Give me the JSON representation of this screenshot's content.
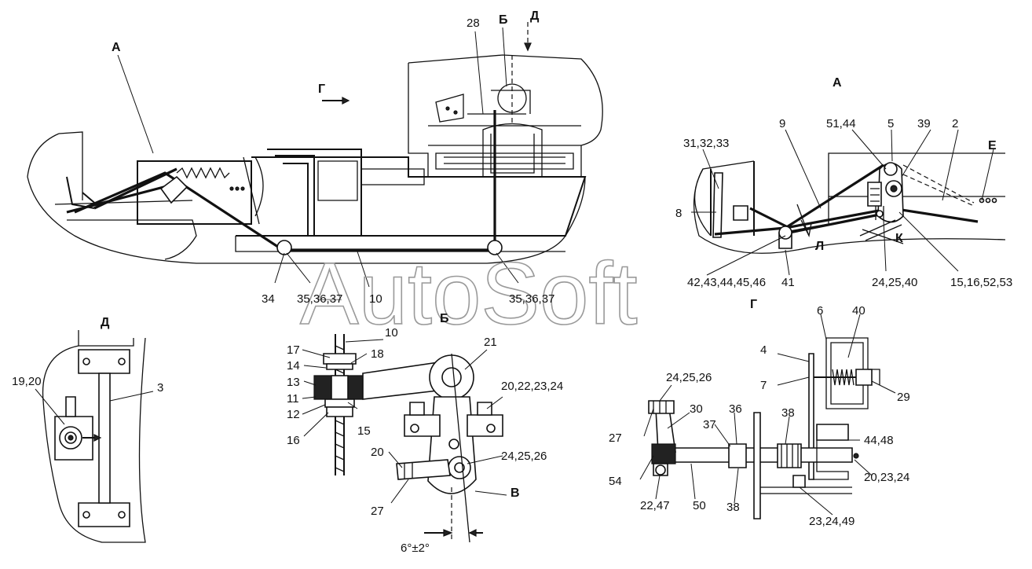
{
  "views": {
    "A_main": "А",
    "A_detail": "А",
    "B": "Б",
    "B_detail": "Б",
    "G": "Г",
    "G_detail": "Г",
    "D": "Д",
    "D_detail": "Д",
    "E": "Е",
    "K": "К",
    "L": "Л",
    "V": "В"
  },
  "labels": {
    "p28": "28",
    "p34": "34",
    "p35a": "35,36,37",
    "p10a": "10",
    "p35b": "35,36,37",
    "p9": "9",
    "p51": "51,44",
    "p5": "5",
    "p39": "39",
    "p2": "2",
    "p31": "31,32,33",
    "p8": "8",
    "p42": "42,43,44,45,46",
    "p41": "41",
    "p24a": "24,25,40",
    "p15": "15,16,52,53",
    "p19": "19,20",
    "p3": "3",
    "p10b": "10",
    "p17": "17",
    "p18": "18",
    "p14": "14",
    "p13": "13",
    "p11": "11",
    "p12": "12",
    "p16": "16",
    "p15b": "15",
    "p21": "21",
    "p20a": "20,22,23,24",
    "p24b": "24,25,26",
    "p20b": "20",
    "p27a": "27",
    "angle": "6°±2°",
    "p6": "6",
    "p40": "40",
    "p4": "4",
    "p7": "7",
    "p29": "29",
    "p24c": "24,25,26",
    "p27b": "27",
    "p30": "30",
    "p36": "36",
    "p37": "37",
    "p38a": "38",
    "p44": "44,48",
    "p54": "54",
    "p20c": "20,23,24",
    "p22": "22,47",
    "p50": "50",
    "p38b": "38",
    "p23": "23,24,49"
  },
  "watermark": "AutoSoft"
}
